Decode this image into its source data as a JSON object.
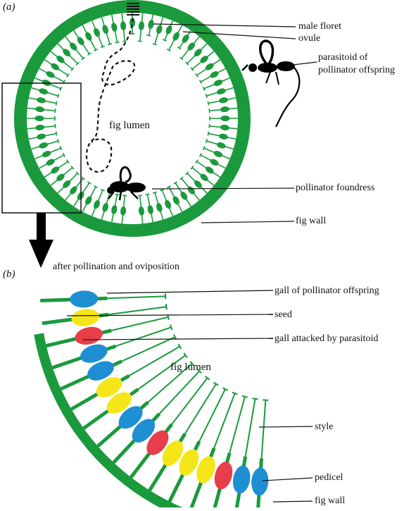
{
  "panel_a": {
    "panel_label": "(a)",
    "lumen_label": "fig lumen",
    "labels": {
      "male_floret": "male floret",
      "ovule": "ovule",
      "parasitoid": "parasitoid of\npollinator offspring",
      "foundress": "pollinator foundress",
      "fig_wall": "fig wall"
    }
  },
  "arrow_caption": "after pollination and oviposition",
  "panel_b": {
    "panel_label": "(b)",
    "lumen_label": "fig lumen",
    "legend": {
      "gall_pollinator": "gall of pollinator offspring",
      "seed": "seed",
      "gall_parasitoid": "gall attacked by parasitoid"
    },
    "labels": {
      "style": "style",
      "pedicel": "pedicel",
      "fig_wall": "fig wall"
    },
    "ovule_sequence": [
      "blue",
      "yellow",
      "red",
      "blue",
      "blue",
      "yellow",
      "yellow",
      "blue",
      "blue",
      "red",
      "yellow",
      "yellow",
      "yellow",
      "red",
      "blue",
      "blue"
    ]
  },
  "colors": {
    "green": "#1a9a3c",
    "blue": "#1e8fd2",
    "yellow": "#f5e61a",
    "red": "#e83d4a",
    "black": "#000000"
  }
}
